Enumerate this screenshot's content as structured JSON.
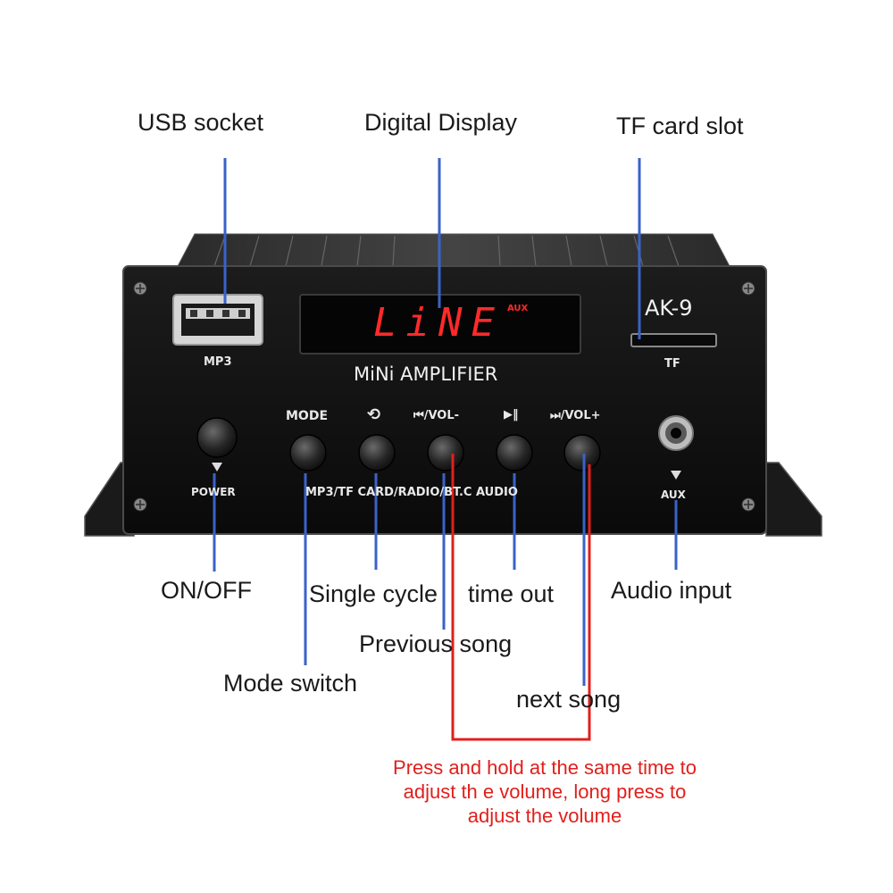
{
  "callouts": {
    "usb_socket": "USB socket",
    "digital_display": "Digital Display",
    "tf_card_slot": "TF card slot",
    "on_off": "ON/OFF",
    "single_cycle": "Single cycle",
    "time_out": "time out",
    "audio_input": "Audio input",
    "previous_song": "Previous song",
    "mode_switch": "Mode switch",
    "next_song": "next song"
  },
  "note": {
    "line1": "Press and hold at the same time to",
    "line2": "adjust th e volume, long press to",
    "line3": "adjust the volume"
  },
  "device": {
    "display_text": "LiNE",
    "display_badge": "AUX",
    "model": "AK-9",
    "brand_label": "MiNi AMPLIFIER",
    "usb_label": "MP3",
    "tf_label": "TF",
    "power_label": "POWER",
    "aux_label": "AUX",
    "button_labels": {
      "mode": "MODE",
      "cycle": "⟲",
      "prev": "⏮/VOL-",
      "pause": "▶‖",
      "next": "⏭/VOL+"
    },
    "mode_subtitle": "MP3/TF CARD/RADIO/BT.C AUDIO"
  },
  "colors": {
    "callout_line": "#3a62c8",
    "note_color": "#e0201c",
    "panel": "#121212",
    "display_led": "#ff2a2a"
  }
}
